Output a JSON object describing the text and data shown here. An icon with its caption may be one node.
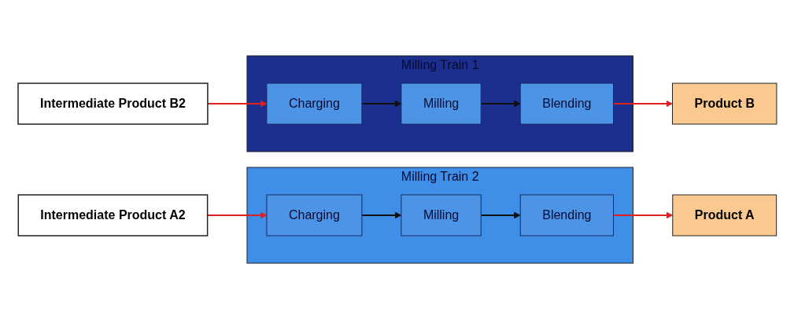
{
  "diagram": {
    "nodes": [
      {
        "text": [
          "Intermediate Product B2"
        ]
      },
      {
        "text": [
          "Milling Train 1"
        ]
      },
      {
        "text": [
          "Charging"
        ],
        "in": 1
      },
      {
        "text": [
          "Milling"
        ],
        "in": 1
      },
      {
        "text": [
          "Blending"
        ],
        "in": 1
      },
      {
        "text": [
          "Product B"
        ]
      },
      {
        "text": [
          "Intermediate Product A2"
        ]
      },
      {
        "text": [
          "Milling Train 2"
        ]
      },
      {
        "text": [
          "Charging"
        ],
        "in": 7
      },
      {
        "text": [
          "Milling"
        ],
        "in": 7
      },
      {
        "text": [
          "Blending"
        ],
        "in": 7
      },
      {
        "text": [
          "Product A"
        ]
      }
    ],
    "edges": [
      {
        "from": 0,
        "to": 2,
        "arrow": "to",
        "color": "#e02020"
      },
      {
        "from": 2,
        "to": 3,
        "arrow": "to",
        "color": "#111111"
      },
      {
        "from": 3,
        "to": 4,
        "arrow": "to",
        "color": "#111111"
      },
      {
        "from": 4,
        "to": 5,
        "arrow": "to",
        "color": "#e02020"
      },
      {
        "from": 6,
        "to": 8,
        "arrow": "to",
        "color": "#e02020"
      },
      {
        "from": 8,
        "to": 9,
        "arrow": "to",
        "color": "#111111"
      },
      {
        "from": 9,
        "to": 10,
        "arrow": "to",
        "color": "#111111"
      },
      {
        "from": 10,
        "to": 11,
        "arrow": "to",
        "color": "#e02020"
      }
    ]
  }
}
